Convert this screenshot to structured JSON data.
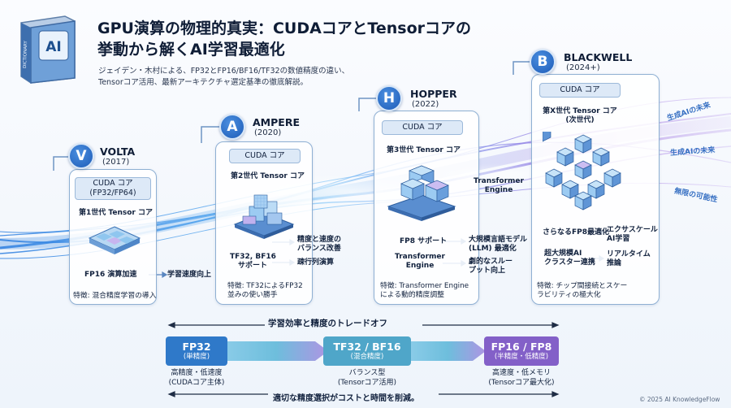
{
  "header": {
    "title_line1": "GPU演算の物理的真実：CUDAコアとTensorコアの",
    "title_line2": "挙動から解くAI学習最適化",
    "subtitle_line1": "ジェイデン・木村による、FP32とFP16/BF16/TF32の数値精度の違い、",
    "subtitle_line2": "Tensorコア活用、最新アーキテクチャ選定基準の徹底解説。",
    "book_icon_text": "AI",
    "book_spine_text": "DICTIONARY"
  },
  "generations": {
    "volta": {
      "badge": "V",
      "name": "VOLTA",
      "year": "(2017)",
      "cuda": "CUDA コア",
      "cuda_sub": "(FP32/FP64)",
      "tensor": "第1世代 Tensor コア",
      "capability": "FP16 演算加速",
      "benefit": "学習速度向上",
      "feature": "特徴: 混合精度学習の導入"
    },
    "ampere": {
      "badge": "A",
      "name": "AMPERE",
      "year": "(2020)",
      "cuda": "CUDA コア",
      "tensor": "第2世代 Tensor コア",
      "capability_1": "TF32, BF16",
      "capability_2": "サポート",
      "benefit_a_1": "精度と速度の",
      "benefit_a_2": "バランス改善",
      "benefit_b": "疎行列演算",
      "feature_1": "特徴: TF32によるFP32",
      "feature_2": "並みの使い勝手"
    },
    "hopper": {
      "badge": "H",
      "name": "HOPPER",
      "year": "(2022)",
      "cuda": "CUDA コア",
      "tensor": "第3世代 Tensor コア",
      "engine_1": "Transformer",
      "engine_2": "Engine",
      "capability_a": "FP8 サポート",
      "capability_b_1": "Transformer",
      "capability_b_2": "Engine",
      "benefit_a_1": "大規模言語モデル",
      "benefit_a_2": "(LLM) 最適化",
      "benefit_b_1": "劇的なスルー",
      "benefit_b_2": "プット向上",
      "feature_1": "特徴: Transformer Engine",
      "feature_2": "による動的精度調整"
    },
    "blackwell": {
      "badge": "B",
      "name": "BLACKWELL",
      "year": "(2024+)",
      "cuda": "CUDA コア",
      "tensor_1": "第X世代 Tensor コア",
      "tensor_2": "(次世代)",
      "capability_a": "さらなるFP8最適化",
      "capability_b_1": "超大規模AI",
      "capability_b_2": "クラスター連携",
      "benefit_a_1": "エクサスケール",
      "benefit_a_2": "AI学習",
      "benefit_b_1": "リアルタイム",
      "benefit_b_2": "推論",
      "feature_1": "特徴: チップ間接続とスケー",
      "feature_2": "ラビリティの極大化"
    }
  },
  "future_labels": [
    "生成AIの未来",
    "生成AIの未来",
    "無限の可能性"
  ],
  "tradeoff": {
    "title": "学習効率と精度のトレードオフ",
    "fp32": {
      "main": "FP32",
      "sub": "(単精度)",
      "desc_1": "高精度・低速度",
      "desc_2": "(CUDAコア主体)",
      "color": "#2f79c9"
    },
    "tf32": {
      "main": "TF32 / BF16",
      "sub": "(混合精度)",
      "desc_1": "バランス型",
      "desc_2": "(Tensorコア活用)",
      "color": "#4fa6c9"
    },
    "fp16": {
      "main": "FP16 / FP8",
      "sub": "(半精度・低精度)",
      "desc_1": "高速度・低メモリ",
      "desc_2": "(Tensorコア最大化)",
      "color": "#8360c8"
    },
    "bottom_line": "適切な精度選択がコストと時間を削減。"
  },
  "copyright": "© 2025 AI KnowledgeFlow",
  "colors": {
    "accent_blue": "#1d5bb7",
    "card_border": "#8fb0d3",
    "chip_fill": "#dde9f7",
    "streak_blue": "#5aa6ee",
    "streak_purple": "#9b6ee0"
  }
}
